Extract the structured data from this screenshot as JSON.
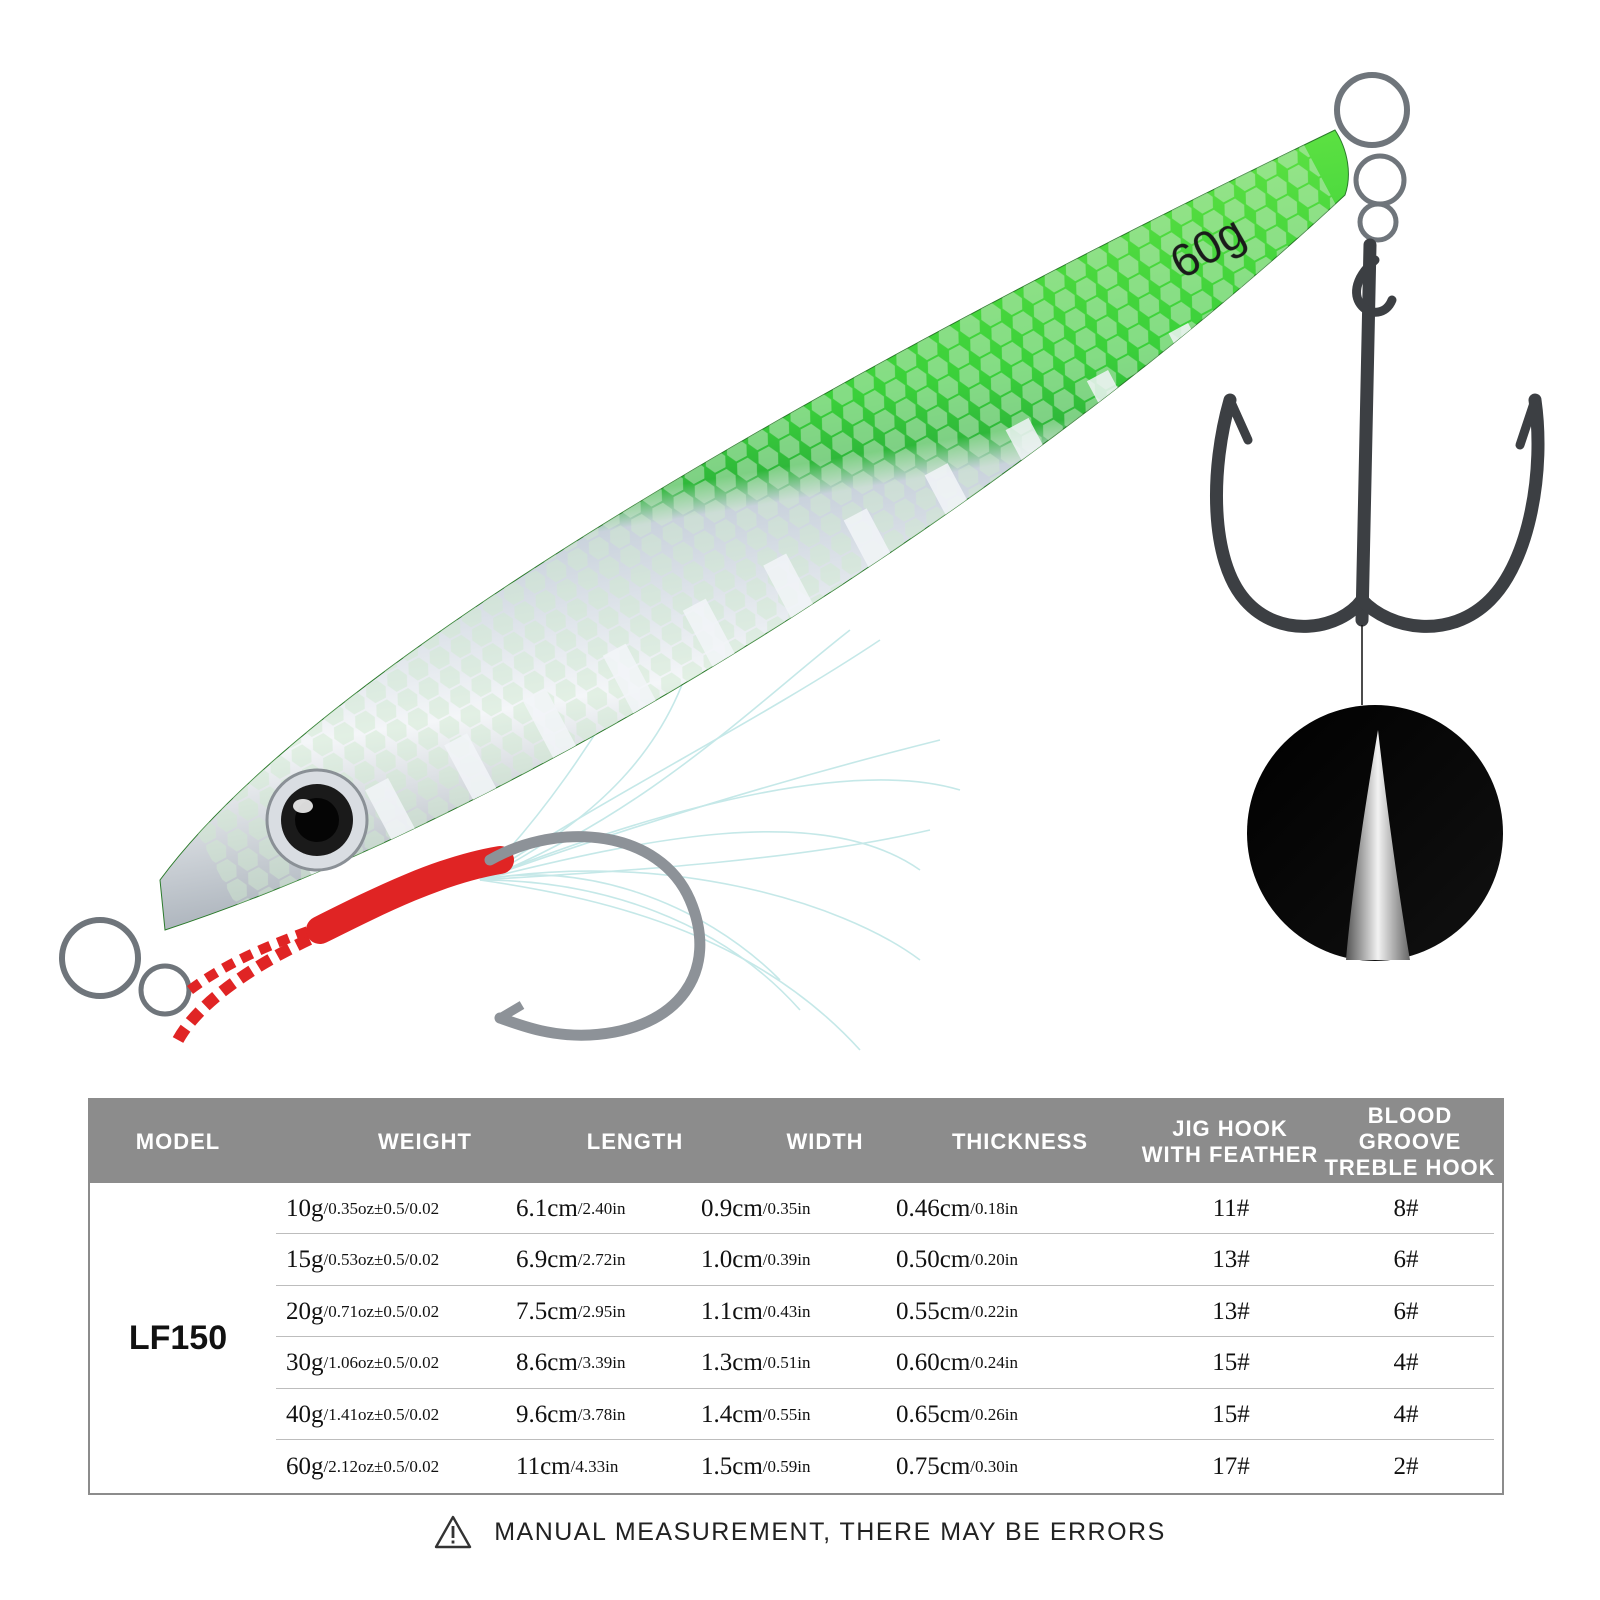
{
  "product": {
    "weight_marking": "60g"
  },
  "colors": {
    "lure_green": "#3ad03a",
    "lure_silver": "#d8dce2",
    "header_gray": "#8c8c8c",
    "thread_red": "#e02424"
  },
  "table": {
    "headers": [
      "MODEL",
      "WEIGHT",
      "LENGTH",
      "WIDTH",
      "THICKNESS",
      "JIG HOOK\nWITH FEATHER",
      "BLOOD GROOVE\nTREBLE HOOK"
    ],
    "model": "LF150",
    "rows": [
      {
        "weight": "10g",
        "weight_imperial": "/0.35oz±0.5/0.02",
        "length": "6.1cm",
        "length_imperial": "/2.40in",
        "width": "0.9cm",
        "width_imperial": "/0.35in",
        "thickness": "0.46cm",
        "thickness_imperial": "/0.18in",
        "jig_hook": "11#",
        "treble_hook": "8#"
      },
      {
        "weight": "15g",
        "weight_imperial": "/0.53oz±0.5/0.02",
        "length": "6.9cm",
        "length_imperial": "/2.72in",
        "width": "1.0cm",
        "width_imperial": "/0.39in",
        "thickness": "0.50cm",
        "thickness_imperial": "/0.20in",
        "jig_hook": "13#",
        "treble_hook": "6#"
      },
      {
        "weight": "20g",
        "weight_imperial": "/0.71oz±0.5/0.02",
        "length": "7.5cm",
        "length_imperial": "/2.95in",
        "width": "1.1cm",
        "width_imperial": "/0.43in",
        "thickness": "0.55cm",
        "thickness_imperial": "/0.22in",
        "jig_hook": "13#",
        "treble_hook": "6#"
      },
      {
        "weight": "30g",
        "weight_imperial": "/1.06oz±0.5/0.02",
        "length": "8.6cm",
        "length_imperial": "/3.39in",
        "width": "1.3cm",
        "width_imperial": "/0.51in",
        "thickness": "0.60cm",
        "thickness_imperial": "/0.24in",
        "jig_hook": "15#",
        "treble_hook": "4#"
      },
      {
        "weight": "40g",
        "weight_imperial": "/1.41oz±0.5/0.02",
        "length": "9.6cm",
        "length_imperial": "/3.78in",
        "width": "1.4cm",
        "width_imperial": "/0.55in",
        "thickness": "0.65cm",
        "thickness_imperial": "/0.26in",
        "jig_hook": "15#",
        "treble_hook": "4#"
      },
      {
        "weight": "60g",
        "weight_imperial": "/2.12oz±0.5/0.02",
        "length": "11cm",
        "length_imperial": "/4.33in",
        "width": "1.5cm",
        "width_imperial": "/0.59in",
        "thickness": "0.75cm",
        "thickness_imperial": "/0.30in",
        "jig_hook": "17#",
        "treble_hook": "2#"
      }
    ]
  },
  "note": {
    "icon": "warning-triangle-icon",
    "text": "MANUAL MEASUREMENT, THERE MAY BE ERRORS"
  }
}
